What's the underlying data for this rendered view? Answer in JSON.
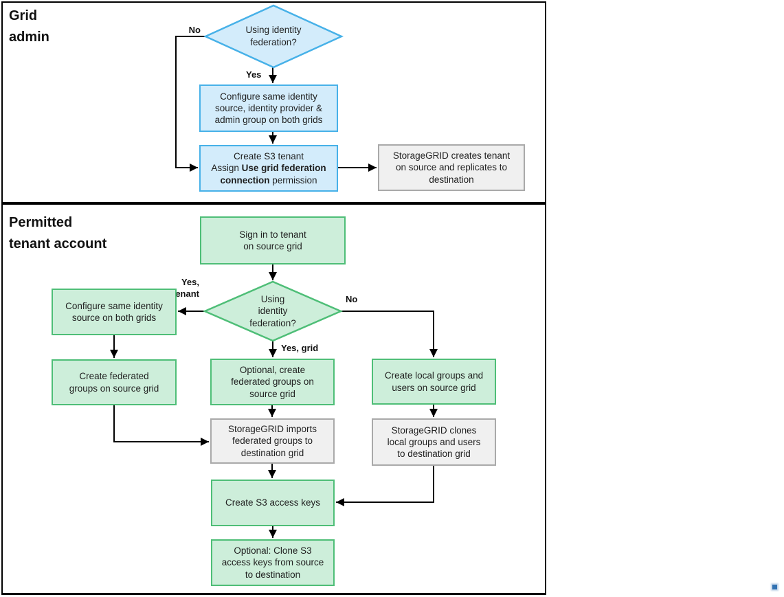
{
  "colors": {
    "blue-fill": "#d3ecfb",
    "blue-border": "#47b1e8",
    "green-fill": "#cdeeda",
    "green-border": "#4ebe77",
    "gray-fill": "#f0f0f0",
    "gray-border": "#a9a9a9",
    "line-color": "#000000",
    "dot-color": "#3272b2"
  },
  "panels": {
    "grid_admin": {
      "title": [
        "Grid",
        "admin"
      ]
    },
    "tenant": {
      "title": [
        "Permitted",
        "tenant account"
      ]
    }
  },
  "labels": {
    "no_top": "No",
    "yes_top": "Yes",
    "yes_tenant": [
      "Yes,",
      "tenant"
    ],
    "no_bottom": "No",
    "yes_grid": "Yes, grid"
  },
  "nodes": {
    "decision_top": [
      "Using identity",
      "federation?"
    ],
    "configure_identity_provider": [
      "Configure same identity",
      "source, identity provider &",
      "admin group on both grids"
    ],
    "create_s3_tenant": {
      "pre": "Create S3 tenant\nAssign ",
      "bold": "Use grid federation\nconnection",
      "post": " permission"
    },
    "storagegrid_creates_tenant": [
      "StorageGRID creates tenant",
      "on source and replicates to",
      "destination"
    ],
    "sign_in": [
      "Sign in to tenant",
      "on source grid"
    ],
    "decision_bottom": [
      "Using",
      "identity",
      "federation?"
    ],
    "configure_same_identity": [
      "Configure same identity",
      "source on both grids"
    ],
    "create_federated_groups": [
      "Create federated",
      "groups on source grid"
    ],
    "optional_create_federated": [
      "Optional, create",
      "federated groups on",
      "source grid"
    ],
    "storagegrid_imports": [
      "StorageGRID imports",
      "federated groups to",
      "destination grid"
    ],
    "create_local_groups": [
      "Create local groups and",
      "users on source grid"
    ],
    "storagegrid_clones": [
      "StorageGRID clones",
      "local groups and users",
      "to destination grid"
    ],
    "create_s3_access_keys": [
      "Create S3 access keys"
    ],
    "optional_clone_keys": [
      "Optional: Clone S3",
      "access keys from source",
      "to destination"
    ]
  }
}
